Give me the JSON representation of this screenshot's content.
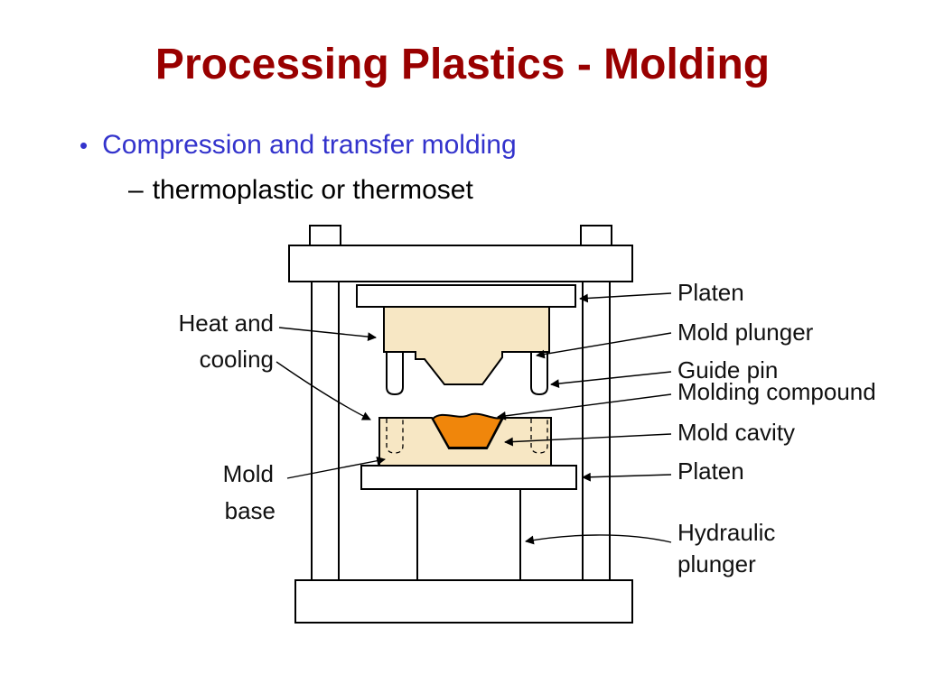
{
  "slide": {
    "title": "Processing Plastics - Molding",
    "bullet_glyph": "•",
    "bullet": "Compression and transfer molding",
    "sub_bullet_glyph": "–",
    "sub_bullet": "thermoplastic or thermoset"
  },
  "colors": {
    "title_red": "#990000",
    "bullet_blue": "#3333CC",
    "mold_tan": "#F7E7C4",
    "compound_orange": "#F0860B",
    "outline_black": "#000000"
  },
  "diagram": {
    "labels": {
      "heat_line1": "Heat and",
      "heat_line2": "cooling",
      "mold_base_line1": "Mold",
      "mold_base_line2": "base",
      "platen_top": "Platen",
      "mold_plunger": "Mold plunger",
      "guide_pin": "Guide pin",
      "molding_compound": "Molding compound",
      "mold_cavity": "Mold cavity",
      "platen_bottom": "Platen",
      "hydraulic_line1": "Hydraulic",
      "hydraulic_line2": "plunger"
    }
  }
}
